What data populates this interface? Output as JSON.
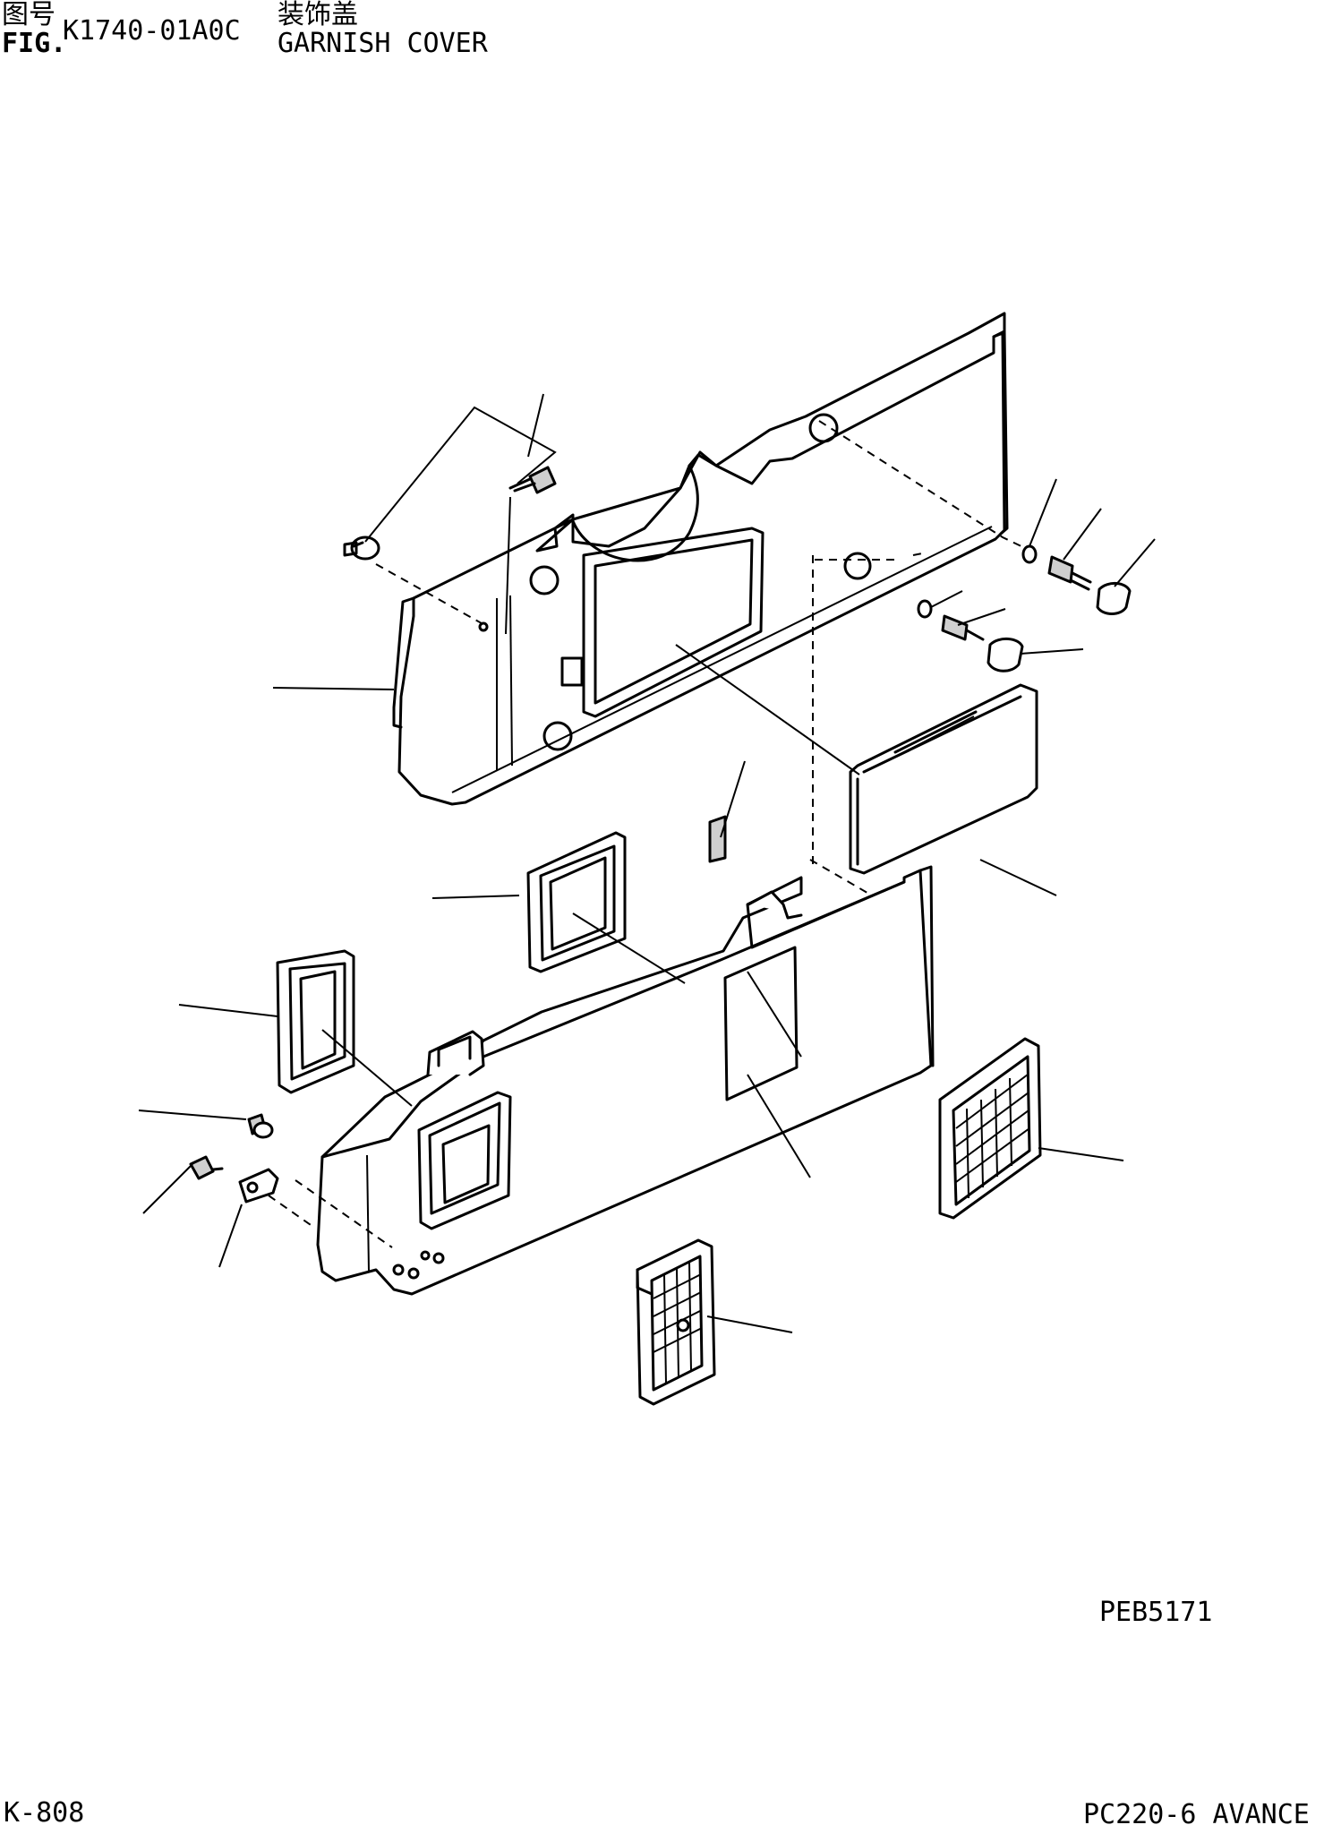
{
  "header": {
    "fig_label_cn": "图号",
    "fig_label_en": "FIG.",
    "fig_code": "K1740-01A0C",
    "title_cn": "装饰盖",
    "title_en": "GARNISH COVER"
  },
  "footer": {
    "reference_code": "PEB5171",
    "page": "K-808",
    "model": "PC220-6 AVANCE"
  }
}
